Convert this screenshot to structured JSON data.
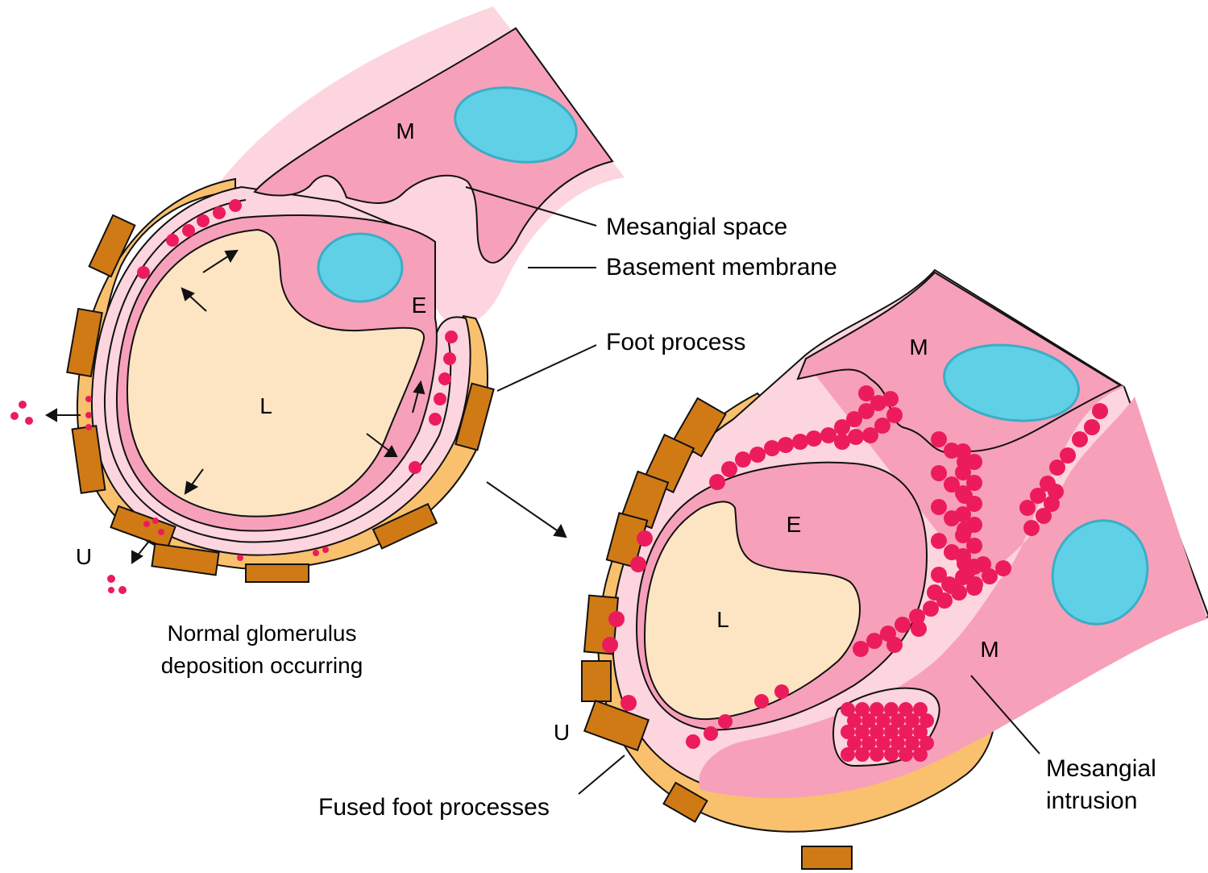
{
  "colors": {
    "basement_membrane": "#fcd5de",
    "mesangium": "#f7a0ba",
    "lumen": "#fde5c4",
    "nucleus": "#5fd0e6",
    "podocyte_layer": "#f9c06e",
    "foot_process": "#d07a16",
    "deposit": "#ec1c5c",
    "outline": "#111111"
  },
  "left_panel": {
    "letters": {
      "mesangium": "M",
      "endothelium": "E",
      "lumen": "L",
      "urinary_space": "U"
    },
    "caption_line1": "Normal glomerulus",
    "caption_line2": "deposition occurring"
  },
  "right_panel": {
    "letters": {
      "mesangium_top": "M",
      "mesangium_bottom": "M",
      "endothelium": "E",
      "lumen": "L",
      "urinary_space": "U"
    }
  },
  "labels": {
    "mesangial_space": "Mesangial  space",
    "basement_membrane": "Basement membrane",
    "foot_process": "Foot process",
    "fused_foot_processes": "Fused foot processes",
    "mesangial_intrusion_line1": "Mesangial",
    "mesangial_intrusion_line2": "intrusion"
  }
}
